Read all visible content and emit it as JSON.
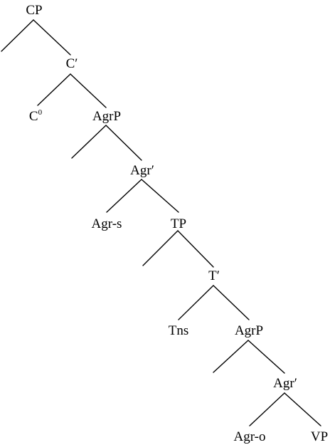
{
  "tree": {
    "nodes": {
      "cp": "CP",
      "c_bar": "C′",
      "c0": "C",
      "c0_sup": "0",
      "agrp_upper": "AgrP",
      "agr_bar_upper": "Agr′",
      "agr_s": "Agr-s",
      "tp": "TP",
      "t_bar": "T′",
      "tns": "Tns",
      "agrp_lower": "AgrP",
      "agr_bar_lower": "Agr′",
      "agr_o": "Agr-o",
      "vp": "VP"
    }
  }
}
